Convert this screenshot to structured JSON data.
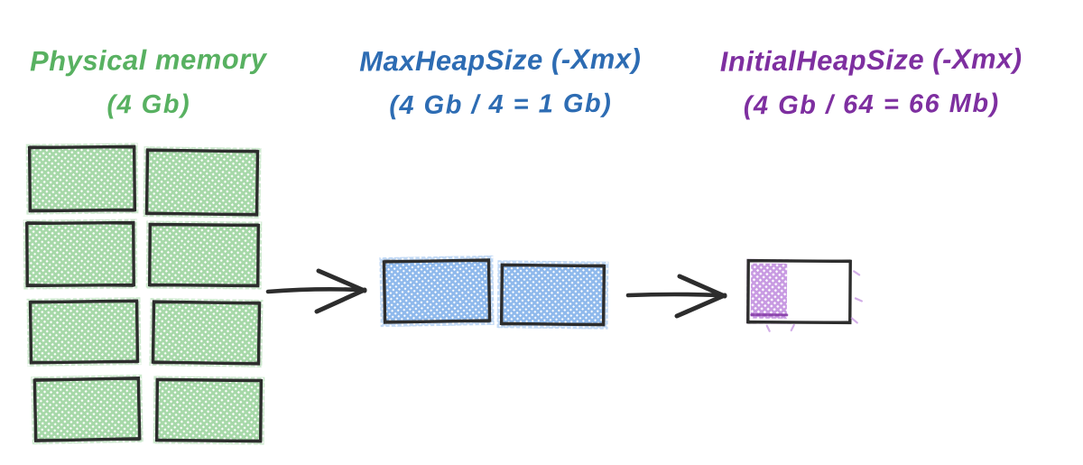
{
  "colors": {
    "background": "#ffffff",
    "ink": "#2d2d2d",
    "green_text": "#58b161",
    "green_fill": "#a6d8a8",
    "blue_text": "#2d6cb3",
    "blue_fill": "#8fb9ec",
    "purple_text": "#7e2fa0",
    "purple_fill": "#c89ae2"
  },
  "columns": [
    {
      "id": "physical-memory",
      "title": "Physical memory",
      "subtitle": "(4 Gb)",
      "box_count": 8
    },
    {
      "id": "max-heap-size",
      "title": "MaxHeapSize (-Xmx)",
      "subtitle": "(4 Gb / 4 = 1 Gb)",
      "box_count": 2
    },
    {
      "id": "initial-heap-size",
      "title": "InitialHeapSize (-Xmx)",
      "subtitle": "(4 Gb / 64 = 66 Mb)",
      "box_count": 1,
      "fill_ratio_drawn": 0.35
    }
  ]
}
